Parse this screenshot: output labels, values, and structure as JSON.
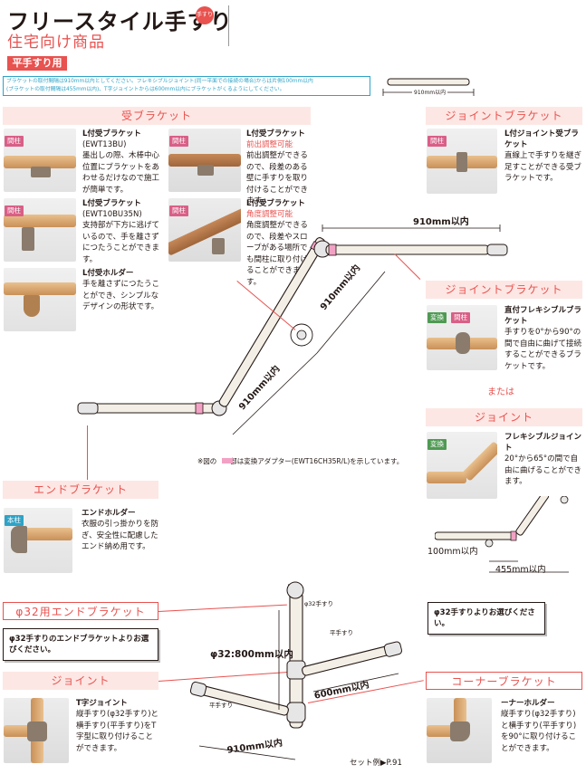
{
  "header": {
    "title": "フリースタイル手すり",
    "badge": "手すり",
    "subtitle": "住宅向け商品"
  },
  "section_label": "平手すり用",
  "note": {
    "line1": "ブラケットの取付間隔は910mm以内としてください。フレキシブルジョイント(同一平面での接続の場合)からは片側100mm以内",
    "line2": "(ブラケットの取付間隔は455mm以内)、T字ジョイントからは600mm以内にブラケットがくるようにしてください。"
  },
  "top_dim": "910mm以内",
  "receive": {
    "heading": "受ブラケット",
    "items": [
      {
        "badge": "間柱",
        "title": "L付受ブラケット",
        "code": "(EWT13BU)",
        "desc": "墨出しの際、木棒中心位置にブラケットをあわせるだけなので施工が簡単です。"
      },
      {
        "badge": "間柱",
        "title": "L付受ブラケット",
        "code": "(EWT10BU35N)",
        "desc": "支持部が下方に逃げているので、手を離さずにつたうことができます。"
      },
      {
        "badge": "",
        "title": "L付受ホルダー",
        "code": "",
        "desc": "手を離さずにつたうことができ、シンプルなデザインの形状です。"
      },
      {
        "badge": "間柱",
        "title": "L付受ブラケット",
        "red": "前出調整可能",
        "desc": "前出調整ができるので、段差のある壁に手すりを取り付けることができます。"
      },
      {
        "badge": "間柱",
        "title": "L付受ブラケット",
        "red": "角度調整可能",
        "desc": "角度調整ができるので、段差やスロープがある場所でも間柱に取り付けることができます。"
      }
    ]
  },
  "joint_bracket_1": {
    "heading": "ジョイントブラケット",
    "badge": "間柱",
    "title": "L付ジョイント受ブラケット",
    "desc": "直線上で手すりを継ぎ足すことができる受ブラケットです。"
  },
  "joint_bracket_2": {
    "heading": "ジョイントブラケット",
    "badges": [
      "変換",
      "間柱"
    ],
    "title": "直付フレキシブルブラケット",
    "desc": "手すりを0°から90°の間で自由に曲げて接続することができるブラケットです。"
  },
  "or_label": "または",
  "joint": {
    "heading": "ジョイント",
    "badge": "変換",
    "title": "フレキシブルジョイント",
    "desc": "20°から65°の間で自由に曲げることができます。"
  },
  "diagram_dims": {
    "top": "910mm以内",
    "mid": "910mm以内",
    "low": "910mm以内",
    "flex_100": "100mm以内",
    "flex_455": "455mm以内"
  },
  "adapter_note": "※図の　　部は変換アダプター(EWT16CH35R/L)を示しています。",
  "end_bracket": {
    "heading": "エンドブラケット",
    "badge": "本柱",
    "title": "エンドホルダー",
    "desc": "衣服の引っ掛かりを防ぎ、安全性に配慮したエンド納め用です。"
  },
  "phi32_end": {
    "heading": "φ32用エンドブラケット",
    "callout": "φ32手すりのエンドブラケットよりお選びください。"
  },
  "phi32_right_callout": "φ32手すりよりお選びください。",
  "bottom_joint": {
    "heading": "ジョイント",
    "title": "T字ジョイント",
    "desc": "縦手すり(φ32手すり)と横手すり(平手すり)をT字型に取り付けることができます。"
  },
  "corner": {
    "heading": "コーナーブラケット",
    "title": "ーナーホルダー",
    "desc": "縦手すり(φ32手すり)と横手すり(平手すり)を90°に取り付けることができます。"
  },
  "bottom_diagram": {
    "phi32_label": "φ32手すり",
    "flat1": "平手すり",
    "flat2": "平手すり",
    "dim_vertical": "φ32:800mm以内",
    "dim_600": "600mm以内",
    "dim_910": "910mm以内"
  },
  "footer": "セット例▶P.91",
  "colors": {
    "accent": "#e8524f",
    "pink_band": "#fde7e4",
    "wood": "#d9a56c",
    "tube": "#f4efe6"
  }
}
